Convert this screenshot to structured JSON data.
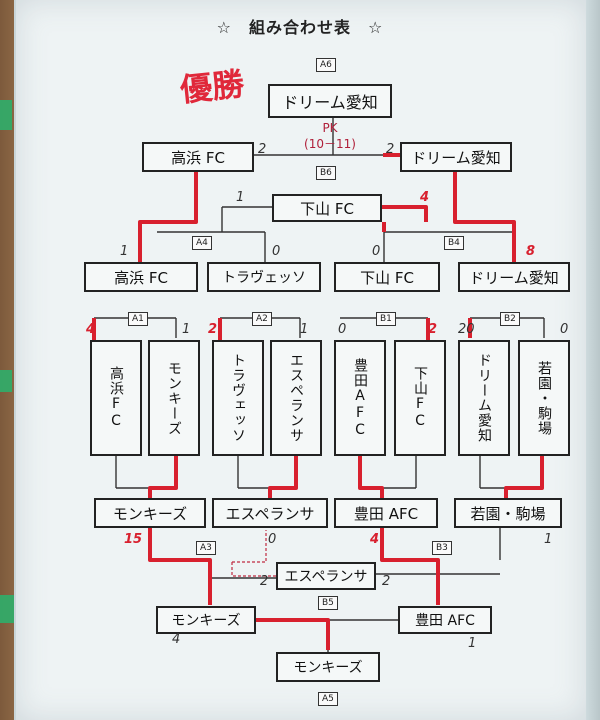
{
  "title": "☆　組み合わせ表　☆",
  "winner_label": "優勝",
  "champion": "ドリーム愛知",
  "codes": {
    "a6": "A6",
    "b6": "B6",
    "a4": "A4",
    "b4": "B4",
    "a1": "A1",
    "a2": "A2",
    "b1": "B1",
    "b2": "B2",
    "a3": "A3",
    "b3": "B3",
    "b5": "B5",
    "a5": "A5"
  },
  "final": {
    "left": "高浜 FC",
    "right": "ドリーム愛知",
    "left_score": "2",
    "right_score": "2",
    "pk_label": "PK",
    "pk_score": "(10－11)"
  },
  "semis": {
    "center": "下山 FC",
    "left_score": "1",
    "right_score": "4"
  },
  "quarter": {
    "teams": [
      "高浜 FC",
      "トラヴェッソ",
      "下山 FC",
      "ドリーム愛知"
    ],
    "scores": [
      "1",
      "0",
      "0",
      "8"
    ]
  },
  "first_round": {
    "teams": [
      "高浜FC",
      "モンキーズ",
      "トラヴェッソ",
      "エスペランサ",
      "豊田AFC",
      "下山FC",
      "ドリーム愛知",
      "若園・駒場"
    ],
    "scores": [
      "4",
      "1",
      "2",
      "1",
      "0",
      "2",
      "20",
      "0"
    ]
  },
  "lower": {
    "teams": [
      "モンキーズ",
      "エスペランサ",
      "豊田 AFC",
      "若園・駒場"
    ],
    "scores": [
      "15",
      "0",
      "4",
      "1"
    ],
    "center": "エスペランサ",
    "center_scores": [
      "2",
      "2"
    ],
    "semi_left": "モンキーズ",
    "semi_right": "豊田 AFC",
    "semi_scores": [
      "4",
      "1"
    ],
    "bottom": "モンキーズ"
  },
  "colors": {
    "win_line": "#d8202e",
    "line": "#333333"
  }
}
